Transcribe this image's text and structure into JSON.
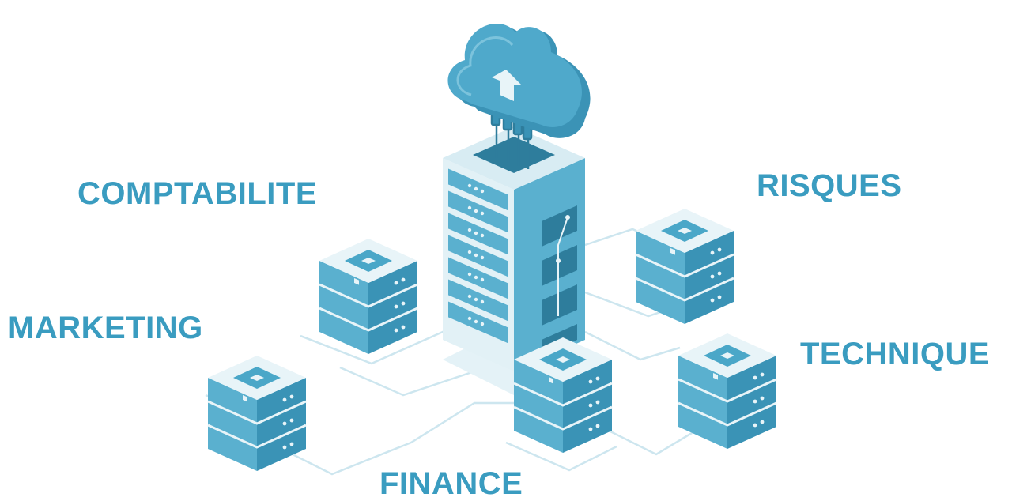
{
  "labels": {
    "comptabilite": "COMPTABILITE",
    "risques": "RISQUES",
    "marketing": "MARKETING",
    "technique": "TECHNIQUE",
    "finance": "FINANCE"
  },
  "colors": {
    "label": "#3a9cc0",
    "server_top": "#e8f4f8",
    "server_top_inner": "#4aa7c8",
    "server_front": "#5ab0cf",
    "server_side": "#3a93b6",
    "server_slot": "#2e7d9c",
    "cloud": "#4fa9cb",
    "cloud_shade": "#3b93b6",
    "connector": "#cde6ef"
  },
  "icons": {
    "cloud": "cloud-upload-icon",
    "tower": "server-tower-icon",
    "stack": "server-stack-icon"
  }
}
